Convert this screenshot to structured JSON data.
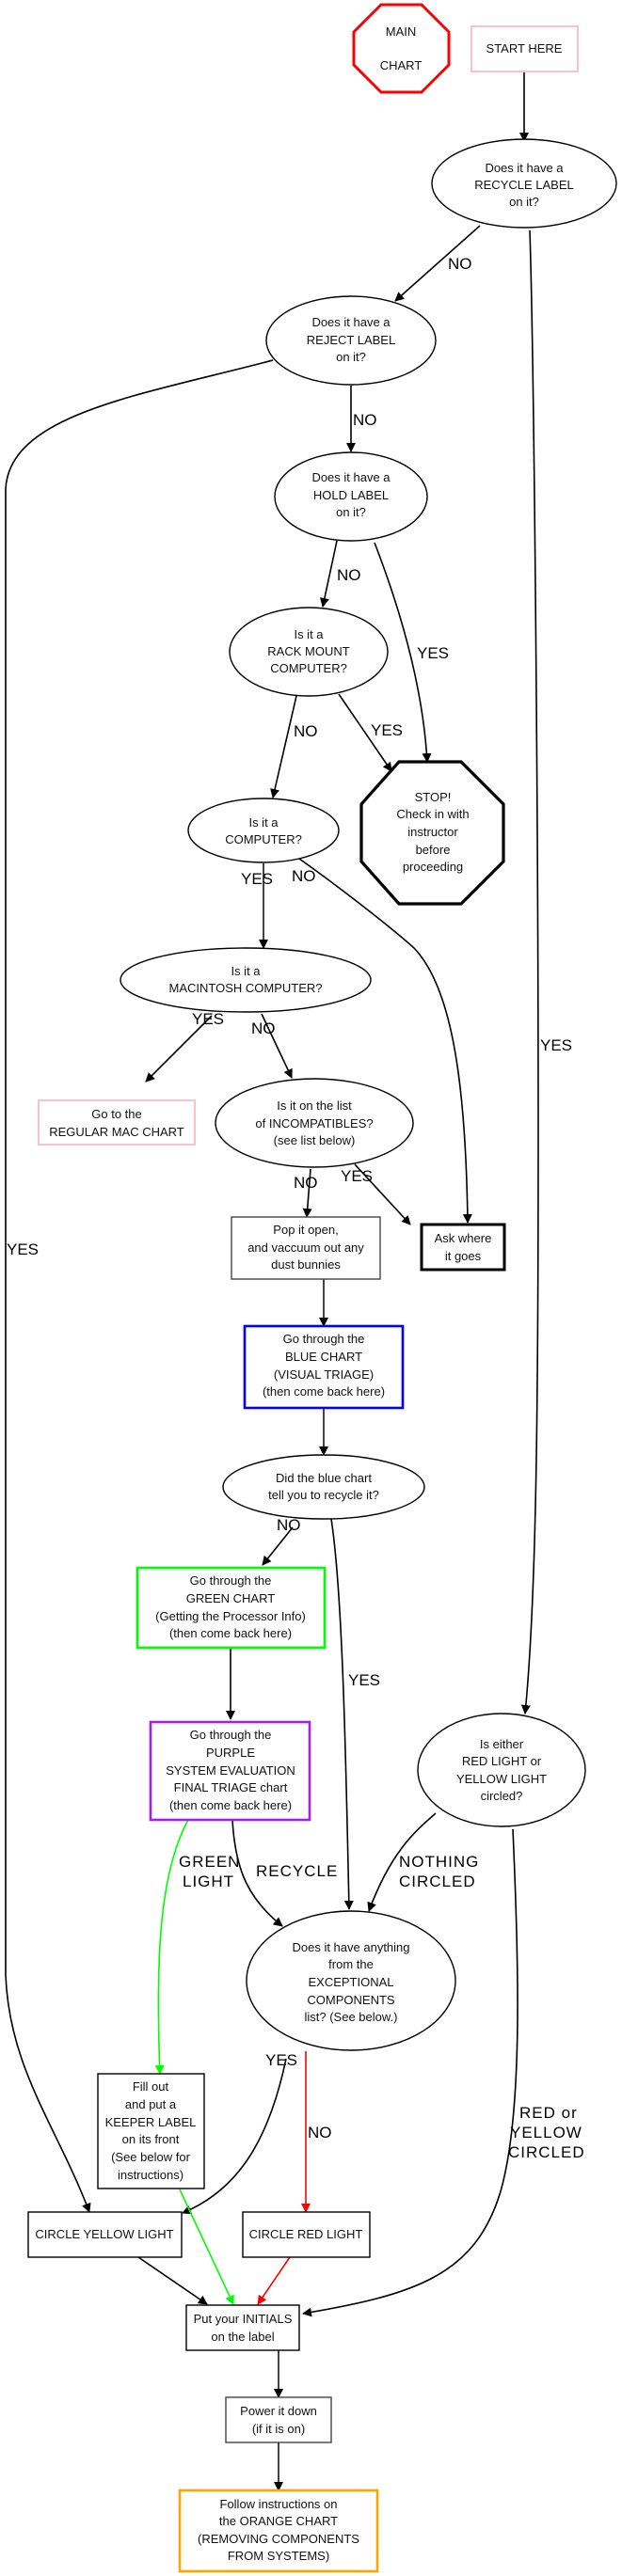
{
  "diagram": {
    "title": "MAIN CHART",
    "colors": {
      "main_chart_border": "#ff0000",
      "start_border": "#ffc0cb",
      "mac_chart_border": "#ffc0cb",
      "blue_chart_border": "#0000ff",
      "green_chart_border": "#00ff00",
      "purple_chart_border": "#a020f0",
      "orange_chart_border": "#ffa500",
      "green_edge": "#00ff00",
      "red_edge": "#ff0000",
      "default": "#000000"
    },
    "nodes": {
      "main_chart": [
        "MAIN",
        "",
        "CHART"
      ],
      "start": [
        "START HERE"
      ],
      "recycle_label": [
        "Does it have a",
        "RECYCLE LABEL",
        "on it?"
      ],
      "reject_label": [
        "Does it have a",
        "REJECT LABEL",
        "on it?"
      ],
      "hold_label": [
        "Does it have a",
        "HOLD LABEL",
        "on it?"
      ],
      "rack_mount": [
        "Is it a",
        "RACK MOUNT",
        "COMPUTER?"
      ],
      "stop": [
        "STOP!",
        "Check in with",
        "instructor",
        "before",
        "proceeding"
      ],
      "computer": [
        "Is it a",
        "COMPUTER?"
      ],
      "macintosh": [
        "Is it a",
        "MACINTOSH COMPUTER?"
      ],
      "mac_chart": [
        "Go to the",
        "REGULAR MAC CHART"
      ],
      "incompatibles": [
        "Is it on the list",
        "of INCOMPATIBLES?",
        "(see list below)"
      ],
      "pop_open": [
        "Pop it open,",
        "and vaccuum out any",
        "dust bunnies"
      ],
      "ask_where": [
        "Ask where",
        "it goes"
      ],
      "blue_chart": [
        "Go through the",
        "BLUE CHART",
        "(VISUAL TRIAGE)",
        "(then come back here)"
      ],
      "blue_recycle": [
        "Did the blue chart",
        "tell you to recycle it?"
      ],
      "green_chart": [
        "Go through the",
        "GREEN CHART",
        "(Getting the Processor Info)",
        "(then come back here)"
      ],
      "purple_chart": [
        "Go through the",
        "PURPLE",
        "SYSTEM EVALUATION",
        "FINAL TRIAGE chart",
        "(then come back here)"
      ],
      "light_circled": [
        "Is either",
        "RED LIGHT or",
        "YELLOW LIGHT",
        "circled?"
      ],
      "exceptional": [
        "Does it have anything",
        "from the",
        "EXCEPTIONAL",
        "COMPONENTS",
        "list? (See below.)"
      ],
      "keeper_label": [
        "Fill out",
        "and put a",
        "KEEPER LABEL",
        "on its front",
        "(See below for",
        "instructions)"
      ],
      "circle_yellow": [
        "CIRCLE YELLOW LIGHT"
      ],
      "circle_red": [
        "CIRCLE RED LIGHT"
      ],
      "initials": [
        "Put your INITIALS",
        "on the label"
      ],
      "power_down": [
        "Power it down",
        "(if it is on)"
      ],
      "orange_chart": [
        "Follow instructions on",
        "the ORANGE CHART",
        "(REMOVING COMPONENTS",
        "FROM SYSTEMS)"
      ]
    },
    "edge_labels": {
      "recycle_no": "NO",
      "recycle_yes": "YES",
      "reject_no": "NO",
      "reject_yes": "YES",
      "hold_no": "NO",
      "hold_yes": "YES",
      "rack_no": "NO",
      "rack_yes": "YES",
      "computer_yes": "YES",
      "computer_no": "NO",
      "mac_yes": "YES",
      "mac_no": "NO",
      "incompat_no": "NO",
      "incompat_yes": "YES",
      "blue_no": "NO",
      "blue_yes": "YES",
      "purple_green": [
        "GREEN",
        "LIGHT"
      ],
      "purple_recycle": "RECYCLE",
      "nothing_circled": [
        "NOTHING",
        "CIRCLED"
      ],
      "red_or_yellow": [
        "RED or",
        "YELLOW",
        "CIRCLED"
      ],
      "exceptional_yes": "YES",
      "exceptional_no": "NO"
    }
  }
}
